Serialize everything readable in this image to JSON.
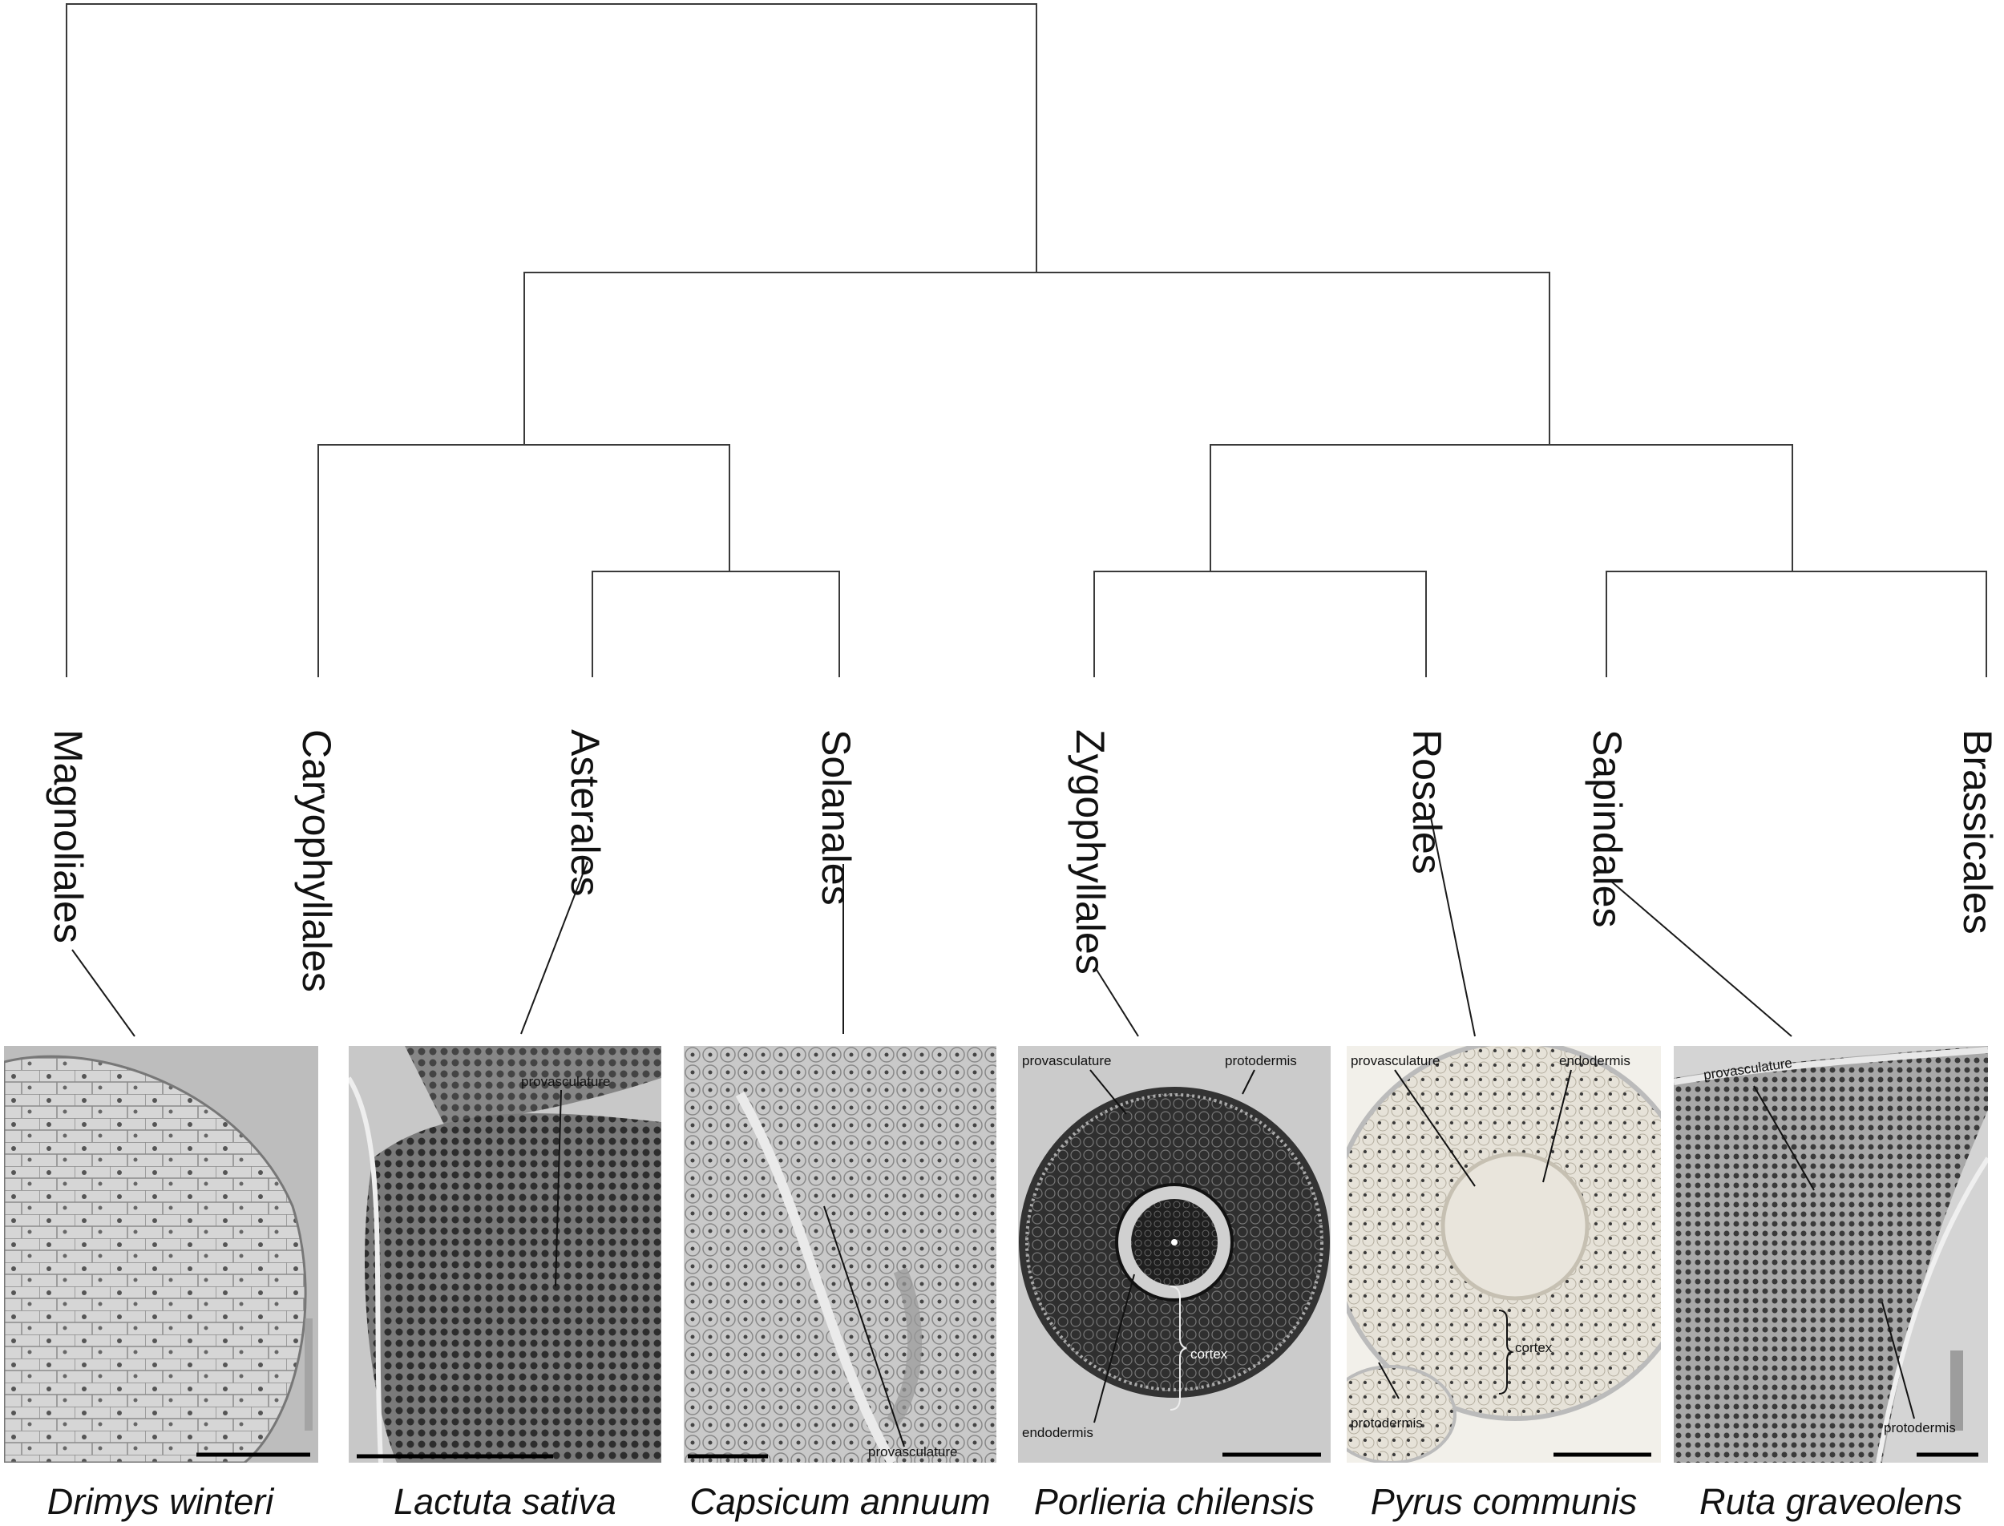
{
  "orders": [
    "Magnoliales",
    "Caryophyllales",
    "Asterales",
    "Solanales",
    "Zygophyllales",
    "Rosales",
    "Sapindales",
    "Brassicales"
  ],
  "species": [
    "Drimys winteri",
    "Lactuta sativa",
    "Capsicum annuum",
    "Porlieria chilensis",
    "Pyrus communis",
    "Ruta graveolens"
  ],
  "annotations": {
    "lactuta": [
      "provasculature"
    ],
    "capsicum": [
      "provasculature"
    ],
    "porlieria": [
      "provasculature",
      "protodermis",
      "cortex",
      "endodermis"
    ],
    "pyrus": [
      "provasculature",
      "endodermis",
      "cortex",
      "protodermis"
    ],
    "ruta": [
      "provasculature",
      "protodermis"
    ]
  },
  "colors": {
    "line": "#3a3a3a",
    "text": "#111111"
  }
}
